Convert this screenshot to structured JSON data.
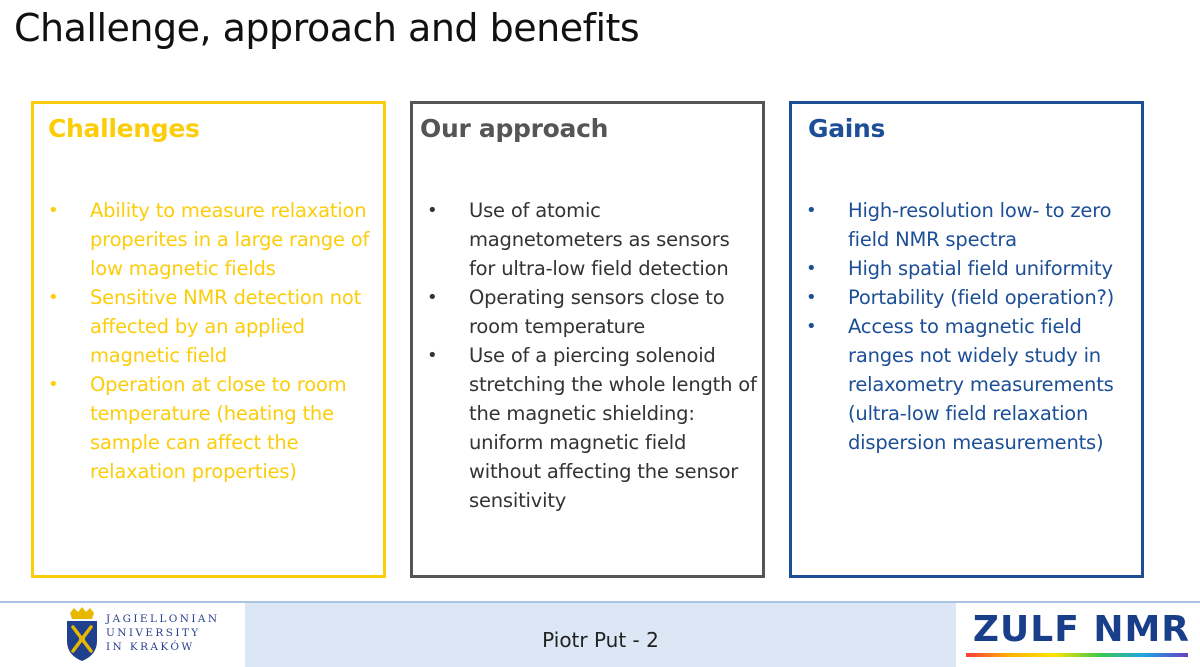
{
  "slide": {
    "title": "Challenge, approach and benefits"
  },
  "panels": {
    "challenges": {
      "heading": "Challenges",
      "color": "#fbcd0b",
      "bullets": [
        "Ability to measure relaxation properites in a large range of low magnetic fields",
        "Sensitive NMR detection not affected by an applied magnetic field",
        "Operation at close to room temperature (heating the sample can affect the relaxation properties)"
      ]
    },
    "approach": {
      "heading": "Our approach",
      "color": "#555555",
      "bullets": [
        "Use of atomic magnetometers as sensors for ultra-low field detection",
        "Operating sensors close to room temperature",
        "Use of a piercing solenoid stretching the whole length of the magnetic shielding: uniform magnetic field without affecting the sensor sensitivity"
      ]
    },
    "gains": {
      "heading": "Gains",
      "color": "#1c4f96",
      "bullets": [
        "High-resolution low- to zero field NMR spectra",
        "High spatial field uniformity",
        "Portability (field operation?)",
        "Access to magnetic field ranges not widely study in relaxometry measurements (ultra-low field relaxation dispersion measurements)"
      ]
    }
  },
  "bullet_glyph": "•",
  "footer": {
    "text": "Piotr Put - 2",
    "university_lines": [
      "JAGIELLONIAN",
      "UNIVERSITY",
      "IN KRAKÓW"
    ],
    "logo_right": "ZULF NMR",
    "left_logo_icon": "university-crest-icon"
  }
}
